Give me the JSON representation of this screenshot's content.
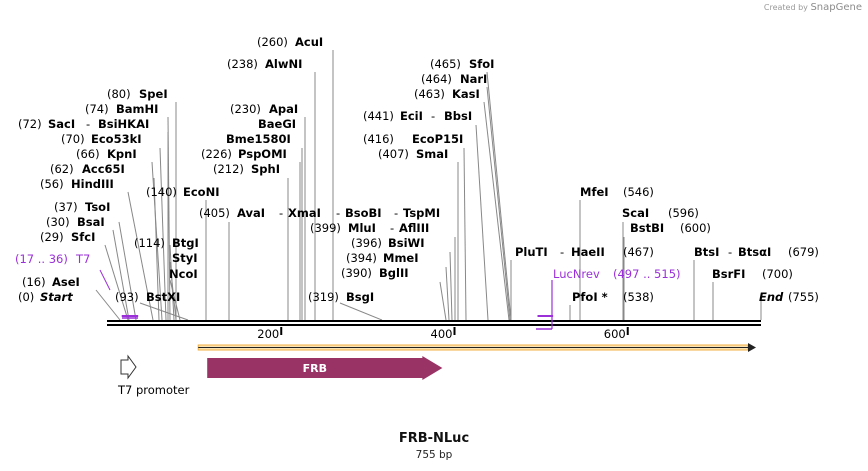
{
  "credit": {
    "prefix": "Created by",
    "brand": "SnapGene"
  },
  "title": "FRB-NLuc",
  "subtitle": "755 bp",
  "sequence_length": 755,
  "ruler_ticks": [
    "200",
    "400",
    "600"
  ],
  "labels": [
    {
      "text": "(260)",
      "style": "pos"
    },
    {
      "text": "AcuI",
      "style": "name"
    },
    {
      "text": "(238)",
      "style": "pos"
    },
    {
      "text": "AlwNI",
      "style": "name"
    },
    {
      "text": "(465)",
      "style": "pos"
    },
    {
      "text": "SfoI",
      "style": "name"
    },
    {
      "text": "(464)",
      "style": "pos"
    },
    {
      "text": "NarI",
      "style": "name"
    },
    {
      "text": "(463)",
      "style": "pos"
    },
    {
      "text": "KasI",
      "style": "name"
    },
    {
      "text": "(80)",
      "style": "pos"
    },
    {
      "text": "SpeI",
      "style": "name"
    },
    {
      "text": "(74)",
      "style": "pos"
    },
    {
      "text": "BamHI",
      "style": "name"
    },
    {
      "text": "(230)",
      "style": "pos"
    },
    {
      "text": "ApaI",
      "style": "name"
    },
    {
      "text": "BaeGI",
      "style": "name"
    },
    {
      "text": "(72)",
      "style": "pos"
    },
    {
      "text": "SacI",
      "style": "name"
    },
    {
      "text": "-",
      "style": "pos"
    },
    {
      "text": "BsiHKAI",
      "style": "name"
    },
    {
      "text": "(441)",
      "style": "pos"
    },
    {
      "text": "EciI",
      "style": "name"
    },
    {
      "text": "-",
      "style": "pos"
    },
    {
      "text": "BbsI",
      "style": "name"
    },
    {
      "text": "(70)",
      "style": "pos"
    },
    {
      "text": "Eco53kI",
      "style": "name"
    },
    {
      "text": "Bme1580I",
      "style": "name"
    },
    {
      "text": "(416)",
      "style": "pos"
    },
    {
      "text": "EcoP15I",
      "style": "name"
    },
    {
      "text": "(66)",
      "style": "pos"
    },
    {
      "text": "KpnI",
      "style": "name"
    },
    {
      "text": "(226)",
      "style": "pos"
    },
    {
      "text": "PspOMI",
      "style": "name"
    },
    {
      "text": "(407)",
      "style": "pos"
    },
    {
      "text": "SmaI",
      "style": "name"
    },
    {
      "text": "(62)",
      "style": "pos"
    },
    {
      "text": "Acc65I",
      "style": "name"
    },
    {
      "text": "(212)",
      "style": "pos"
    },
    {
      "text": "SphI",
      "style": "name"
    },
    {
      "text": "(56)",
      "style": "pos"
    },
    {
      "text": "HindIII",
      "style": "name"
    },
    {
      "text": "(140)",
      "style": "pos"
    },
    {
      "text": "EcoNI",
      "style": "name"
    },
    {
      "text": "MfeI",
      "style": "name"
    },
    {
      "text": "(546)",
      "style": "pos"
    },
    {
      "text": "(37)",
      "style": "pos"
    },
    {
      "text": "TsoI",
      "style": "name"
    },
    {
      "text": "(405)",
      "style": "pos"
    },
    {
      "text": "AvaI",
      "style": "name"
    },
    {
      "text": "-",
      "style": "pos"
    },
    {
      "text": "XmaI",
      "style": "name"
    },
    {
      "text": "-",
      "style": "pos"
    },
    {
      "text": "BsoBI",
      "style": "name"
    },
    {
      "text": "-",
      "style": "pos"
    },
    {
      "text": "TspMI",
      "style": "name"
    },
    {
      "text": "ScaI",
      "style": "name"
    },
    {
      "text": "(596)",
      "style": "pos"
    },
    {
      "text": "(30)",
      "style": "pos"
    },
    {
      "text": "BsaI",
      "style": "name"
    },
    {
      "text": "(399)",
      "style": "pos"
    },
    {
      "text": "MluI",
      "style": "name"
    },
    {
      "text": "-",
      "style": "pos"
    },
    {
      "text": "AflIII",
      "style": "name"
    },
    {
      "text": "BstBI",
      "style": "name"
    },
    {
      "text": "(600)",
      "style": "pos"
    },
    {
      "text": "(29)",
      "style": "pos"
    },
    {
      "text": "SfcI",
      "style": "name"
    },
    {
      "text": "(114)",
      "style": "pos"
    },
    {
      "text": "BtgI",
      "style": "name"
    },
    {
      "text": "(396)",
      "style": "pos"
    },
    {
      "text": "BsiWI",
      "style": "name"
    },
    {
      "text": "PluTI",
      "style": "name"
    },
    {
      "text": "-",
      "style": "pos"
    },
    {
      "text": "HaeII",
      "style": "name"
    },
    {
      "text": "(467)",
      "style": "pos"
    },
    {
      "text": "BtsI",
      "style": "name"
    },
    {
      "text": "-",
      "style": "pos"
    },
    {
      "text": "BtsαI",
      "style": "name"
    },
    {
      "text": "(679)",
      "style": "pos"
    },
    {
      "text": "(17 .. 36)",
      "style": "primer"
    },
    {
      "text": "T7",
      "style": "primer"
    },
    {
      "text": "StyI",
      "style": "name"
    },
    {
      "text": "(394)",
      "style": "pos"
    },
    {
      "text": "MmeI",
      "style": "name"
    },
    {
      "text": "(390)",
      "style": "pos"
    },
    {
      "text": "BglII",
      "style": "name"
    },
    {
      "text": "NcoI",
      "style": "name"
    },
    {
      "text": "LucNrev",
      "style": "primer"
    },
    {
      "text": "(497 .. 515)",
      "style": "primer"
    },
    {
      "text": "BsrFI",
      "style": "name"
    },
    {
      "text": "(700)",
      "style": "pos"
    },
    {
      "text": "(16)",
      "style": "pos"
    },
    {
      "text": "AseI",
      "style": "name"
    },
    {
      "text": "(0)",
      "style": "pos"
    },
    {
      "text": "Start",
      "style": "ital"
    },
    {
      "text": "(93)",
      "style": "pos"
    },
    {
      "text": "BstXI",
      "style": "name"
    },
    {
      "text": "(319)",
      "style": "pos"
    },
    {
      "text": "BsgI",
      "style": "name"
    },
    {
      "text": "PfoI *",
      "style": "name"
    },
    {
      "text": "(538)",
      "style": "pos"
    },
    {
      "text": "End",
      "style": "ital"
    },
    {
      "text": "(755)",
      "style": "pos"
    }
  ],
  "features": [
    {
      "name": "FRB",
      "start": 118,
      "end": 386,
      "direction": "forward",
      "color": "#993366"
    },
    {
      "name": "T7 promoter",
      "start": 1,
      "end": 19,
      "direction": "forward",
      "color": "#ffffff"
    }
  ],
  "primers": [
    {
      "name": "T7",
      "start": 17,
      "end": 36,
      "color": "#9b30d9"
    },
    {
      "name": "LucNrev",
      "start": 497,
      "end": 515,
      "color": "#9b30d9"
    }
  ],
  "orf": {
    "start": 118,
    "end": 755,
    "color": "#f0b040"
  }
}
